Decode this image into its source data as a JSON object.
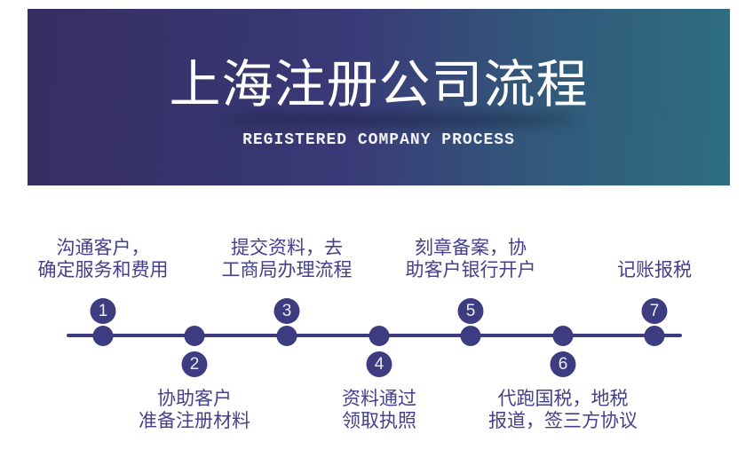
{
  "header": {
    "title": "上海注册公司流程",
    "subtitle": "REGISTERED COMPANY PROCESS",
    "gradient_left": "#372e63",
    "gradient_mid": "#3a3a78",
    "gradient_right": "#2e6e80",
    "text_color": "#ffffff"
  },
  "timeline": {
    "accent_color": "#3d3c80",
    "label_color": "#44408c",
    "steps": [
      {
        "num": "1",
        "label": "沟通客户，\n确定服务和费用",
        "side": "above"
      },
      {
        "num": "2",
        "label": "协助客户\n准备注册材料",
        "side": "below"
      },
      {
        "num": "3",
        "label": "提交资料，去\n工商局办理流程",
        "side": "above"
      },
      {
        "num": "4",
        "label": "资料通过\n领取执照",
        "side": "below"
      },
      {
        "num": "5",
        "label": "刻章备案，协\n助客户银行开户",
        "side": "above"
      },
      {
        "num": "6",
        "label": "代跑国税，地税\n报道，签三方协议",
        "side": "below"
      },
      {
        "num": "7",
        "label": "记账报税",
        "side": "above"
      }
    ]
  }
}
